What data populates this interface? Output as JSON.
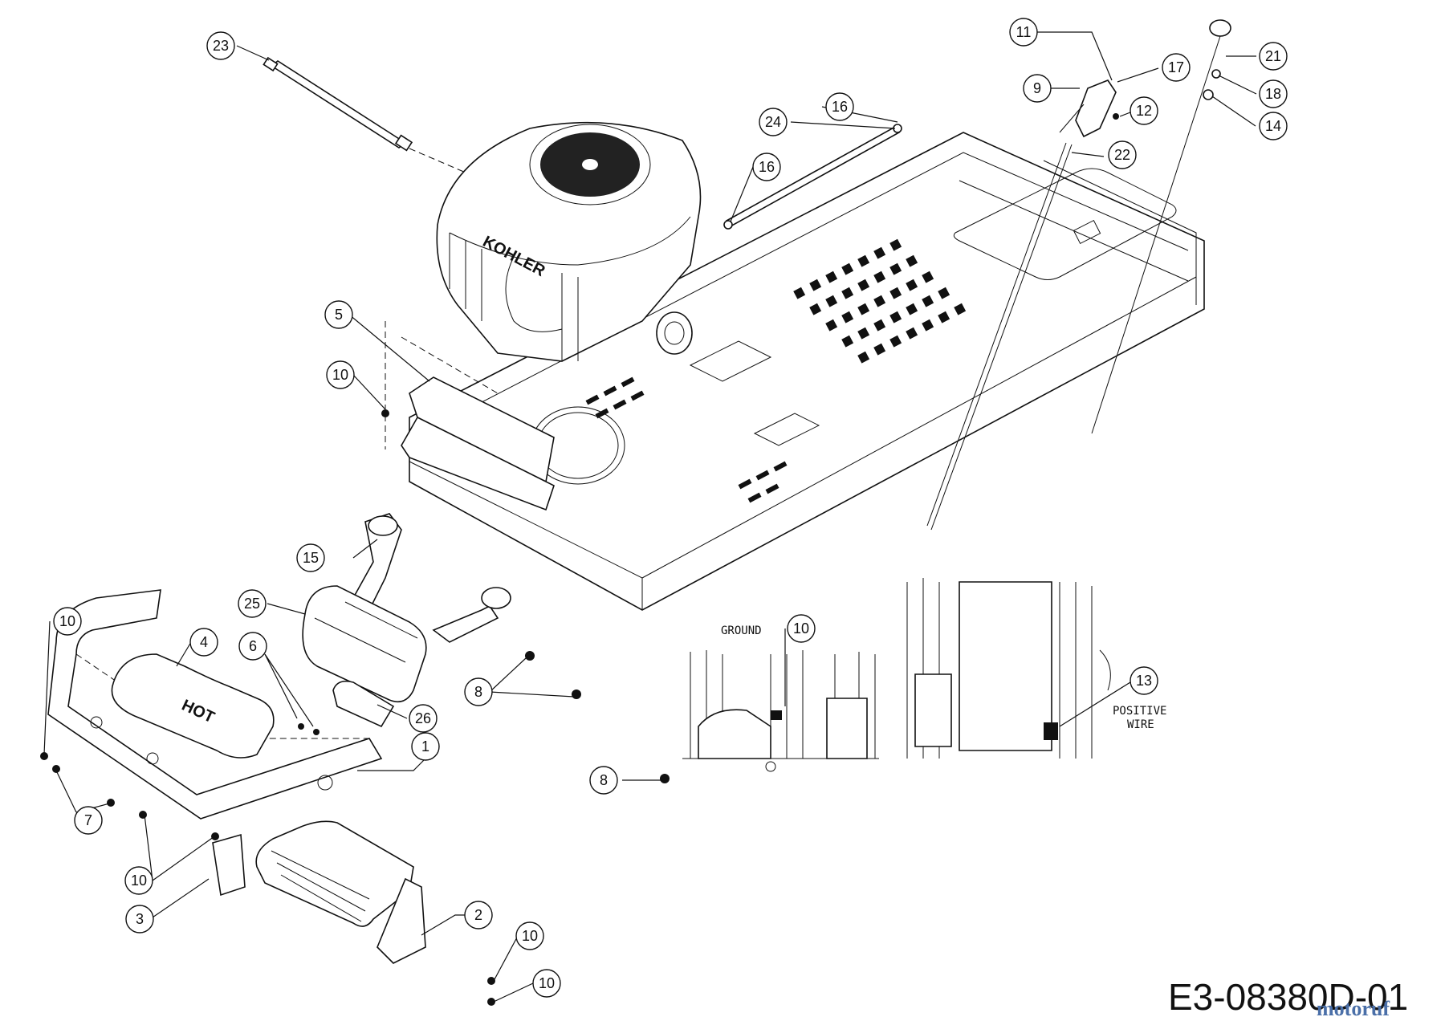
{
  "callouts": [
    {
      "label": "1"
    },
    {
      "label": "2"
    },
    {
      "label": "3"
    },
    {
      "label": "4"
    },
    {
      "label": "5"
    },
    {
      "label": "6"
    },
    {
      "label": "7"
    },
    {
      "label": "8"
    },
    {
      "label": "8"
    },
    {
      "label": "9"
    },
    {
      "label": "10"
    },
    {
      "label": "10"
    },
    {
      "label": "10"
    },
    {
      "label": "10"
    },
    {
      "label": "10"
    },
    {
      "label": "10"
    },
    {
      "label": "11"
    },
    {
      "label": "12"
    },
    {
      "label": "13"
    },
    {
      "label": "14"
    },
    {
      "label": "15"
    },
    {
      "label": "16"
    },
    {
      "label": "16"
    },
    {
      "label": "17"
    },
    {
      "label": "18"
    },
    {
      "label": "21"
    },
    {
      "label": "22"
    },
    {
      "label": "23"
    },
    {
      "label": "24"
    },
    {
      "label": "25"
    },
    {
      "label": "26"
    }
  ],
  "labels": {
    "ground": "GROUND",
    "positive_line1": "POSITIVE",
    "positive_line2": "WIRE",
    "hot": "HOT",
    "engine_brand": "KOHLER",
    "drawing_code": "E3-08380D-01",
    "watermark": "motoruf"
  }
}
